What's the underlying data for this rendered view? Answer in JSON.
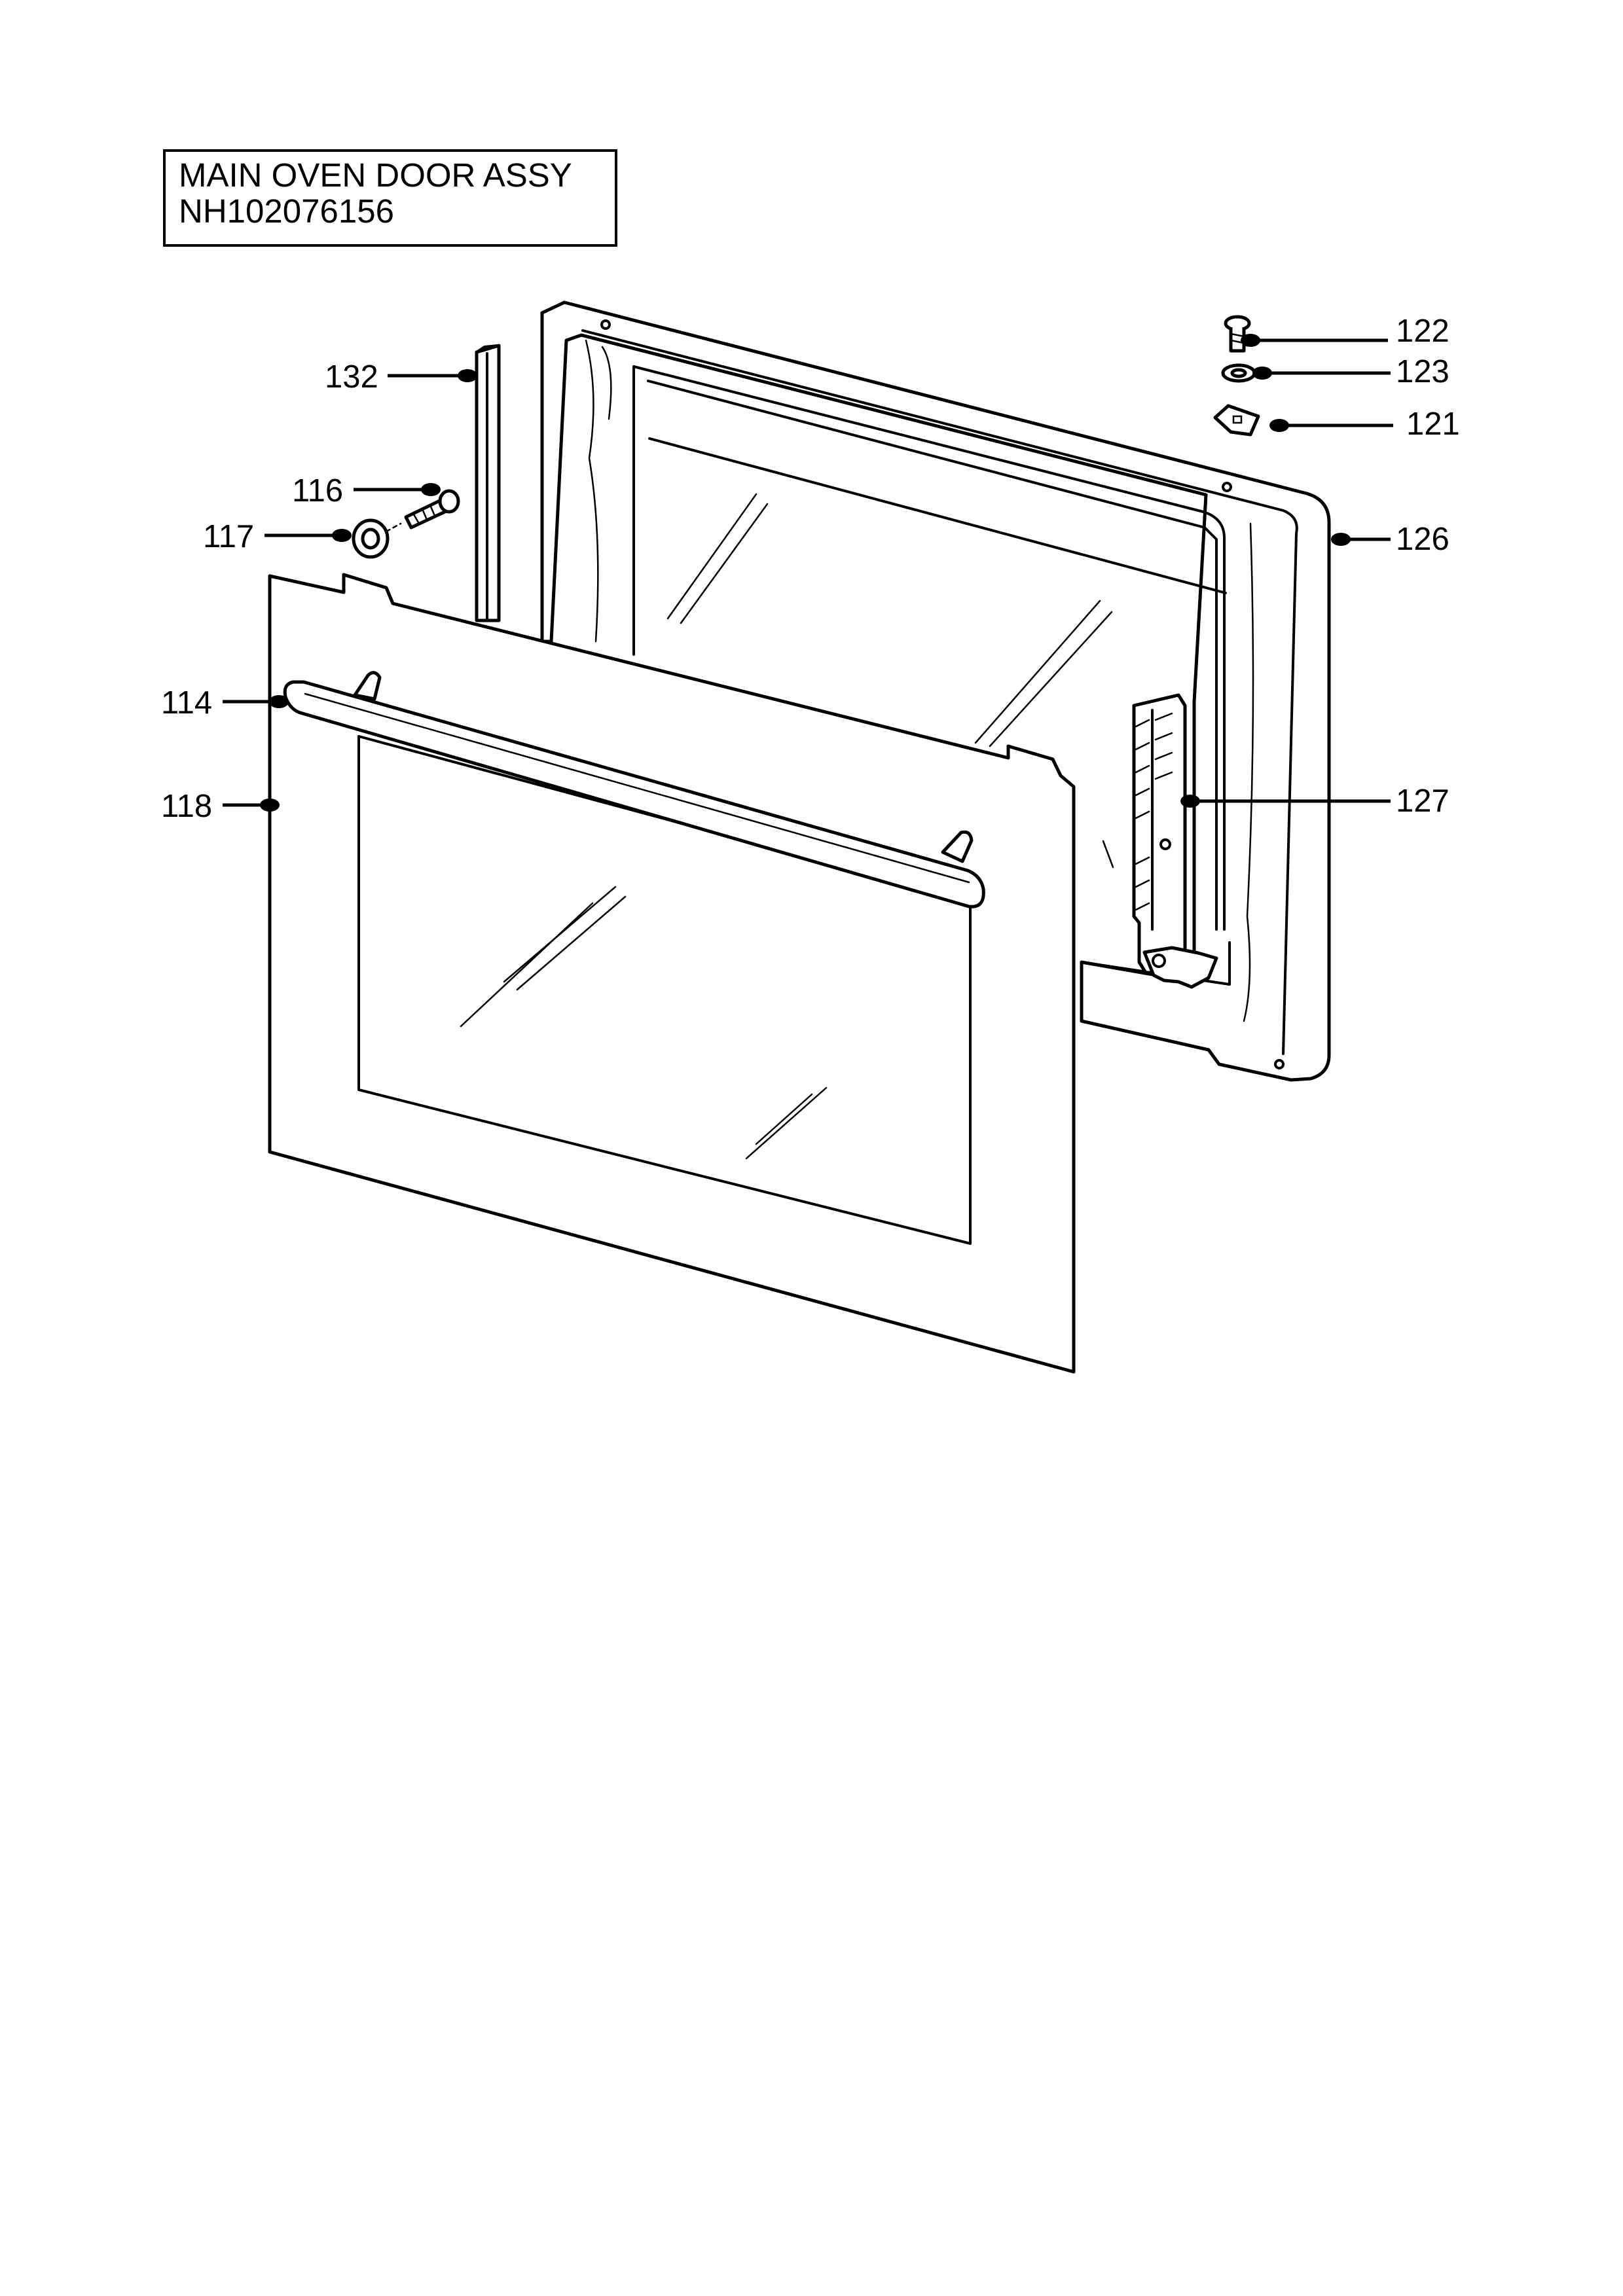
{
  "title": {
    "line1": "MAIN OVEN DOOR ASSY",
    "line2": "NH102076156"
  },
  "callouts": [
    {
      "id": "132",
      "label": "132",
      "part": "side-seal-strip"
    },
    {
      "id": "116",
      "label": "116",
      "part": "handle-screw"
    },
    {
      "id": "117",
      "label": "117",
      "part": "handle-spacer"
    },
    {
      "id": "114",
      "label": "114",
      "part": "door-handle"
    },
    {
      "id": "118",
      "label": "118",
      "part": "outer-glass-panel"
    },
    {
      "id": "122",
      "label": "122",
      "part": "screw"
    },
    {
      "id": "123",
      "label": "123",
      "part": "washer"
    },
    {
      "id": "121",
      "label": "121",
      "part": "clip"
    },
    {
      "id": "126",
      "label": "126",
      "part": "inner-door-frame"
    },
    {
      "id": "127",
      "label": "127",
      "part": "door-hinge"
    }
  ]
}
